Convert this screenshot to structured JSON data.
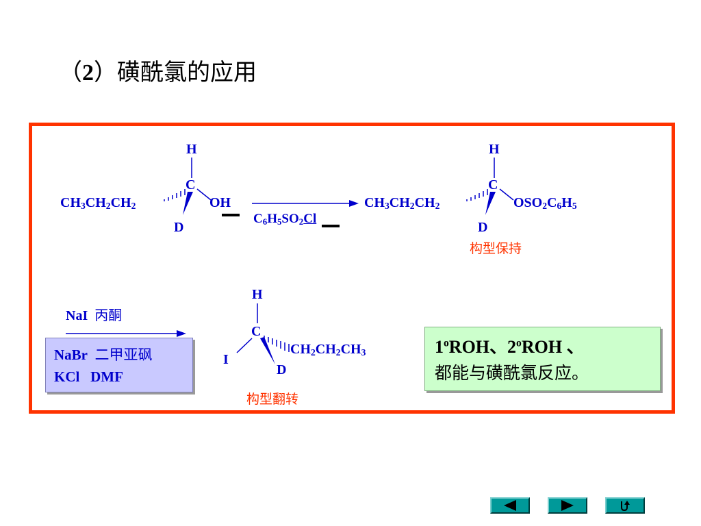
{
  "title": {
    "prefix": "（",
    "num": "2",
    "suffix": "）磺酰氯的应用"
  },
  "reaction1": {
    "reactant": {
      "top": "H",
      "center": "C",
      "left_chain": [
        "CH",
        "3",
        "CH",
        "2",
        "CH",
        "2"
      ],
      "right": "OH",
      "bottom": "D"
    },
    "reagent": {
      "parts": [
        "C",
        "6",
        "H",
        "5",
        "SO",
        "2"
      ],
      "cl": "Cl"
    },
    "product": {
      "top": "H",
      "center": "C",
      "left_chain": [
        "CH",
        "3",
        "CH",
        "2",
        "CH",
        "2"
      ],
      "right": [
        "OSO",
        "2",
        "C",
        "6",
        "H",
        "5"
      ],
      "bottom": "D"
    },
    "note": "构型保持"
  },
  "reaction2": {
    "reagent_top": {
      "formula": "NaI",
      "solvent": "丙酮"
    },
    "reagent_box": {
      "line1": {
        "formula": "NaBr",
        "solvent": "二甲亚砜"
      },
      "line2": {
        "formula": "KCl",
        "solvent": "DMF"
      }
    },
    "product": {
      "top": "H",
      "center": "C",
      "right": [
        "CH",
        "2",
        "CH",
        "2",
        "CH",
        "3"
      ],
      "left": "I",
      "bottom": "D"
    },
    "note": "构型翻转"
  },
  "info_box": {
    "line1": {
      "a": "1",
      "a_sup": "o",
      "b": "ROH、2",
      "b_sup": "o",
      "c": "ROH 、"
    },
    "line2": "都能与磺酰氯反应。"
  },
  "colors": {
    "frame": "#ff3300",
    "chem": "#0000cc",
    "note": "#ff3300",
    "reagent_box": "#c9c9ff",
    "info_box": "#ccffcc",
    "nav": "#009999"
  },
  "nav": {
    "icons": [
      "previous-icon",
      "next-icon",
      "return-icon"
    ]
  }
}
